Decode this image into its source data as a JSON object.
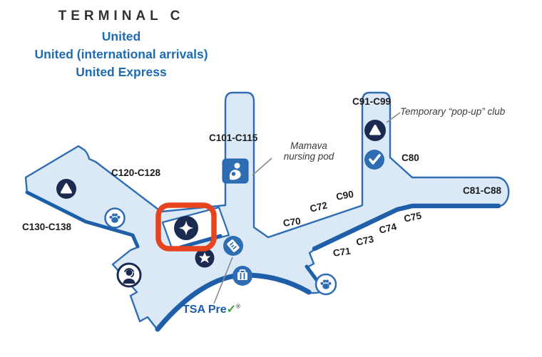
{
  "header": {
    "title": "TERMINAL C",
    "subtitle_lines": [
      "United",
      "United (international arrivals)",
      "United Express"
    ]
  },
  "gate_labels": {
    "c101": "C101-C115",
    "c120": "C120-C128",
    "c130": "C130-C138",
    "c91": "C91-C99",
    "c80": "C80",
    "c81": "C81-C88",
    "c90": "C90",
    "c72": "C72",
    "c70": "C70",
    "c75": "C75",
    "c74": "C74",
    "c73": "C73",
    "c71": "C71"
  },
  "annotations": {
    "popup_club": "Temporary “pop-up” club",
    "mamava_line1": "Mamava",
    "mamava_line2": "nursing pod",
    "tsa_label": "TSA Pre",
    "tsa_check": "✓",
    "tsa_reg": "®"
  },
  "icons": [
    {
      "name": "united-club-icon-left",
      "glyph": "white triangle in navy circle"
    },
    {
      "name": "united-club-icon-top",
      "glyph": "white triangle in navy circle"
    },
    {
      "name": "checkmark-icon",
      "glyph": "white check in blue circle"
    },
    {
      "name": "four-point-star-icon",
      "glyph": "white sparkle in navy circle (highlighted)"
    },
    {
      "name": "star-icon",
      "glyph": "white five-point star in navy circle"
    },
    {
      "name": "tsa-precheck-ticket-icon",
      "glyph": "white boarding pass in blue circle"
    },
    {
      "name": "baggage-icon",
      "glyph": "white briefcase in blue circle"
    },
    {
      "name": "nursing-pod-icon",
      "glyph": "mother and baby in blue rounded square"
    },
    {
      "name": "information-icon",
      "glyph": "agent with headset in circle"
    },
    {
      "name": "pet-relief-icon-left",
      "glyph": "blue paw in white circle"
    },
    {
      "name": "pet-relief-icon-right",
      "glyph": "blue paw in white circle"
    }
  ],
  "colors": {
    "terminal_fill": "#dbe8f6",
    "terminal_outline": "#2e6db4",
    "terminal_shadow": "#1f5fa9",
    "icon_navy": "#1a2a50",
    "icon_blue": "#2e6db4",
    "highlight_red": "#e8431f",
    "brand_blue": "#1e6bb4",
    "gate_label": "#1c1c1c",
    "annotation_text": "#3c3c3c",
    "tsa_blue": "#1a5dac",
    "tsa_green": "#3aa23a",
    "leader_line": "#8a8a8a"
  }
}
